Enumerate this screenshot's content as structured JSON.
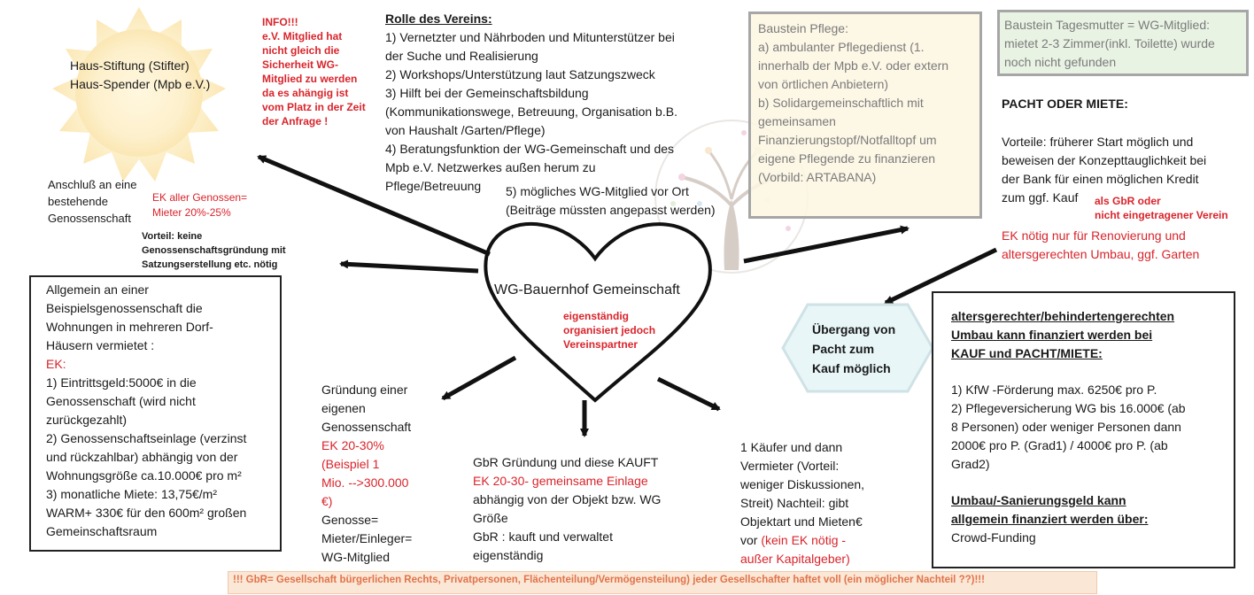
{
  "stifter": {
    "line1": "Haus-Stiftung  (Stifter)",
    "line2": "Haus-Spender (Mpb e.V.)"
  },
  "info": {
    "lines": [
      "INFO!!!",
      "e.V. Mitglied hat",
      "nicht gleich die",
      "Sicherheit WG-",
      "Mitglied zu werden",
      "da es ahängig ist",
      "vom Platz in der Zeit",
      "der Anfrage !"
    ]
  },
  "rolle": {
    "title": "Rolle des Vereins:",
    "lines": [
      "1) Vernetzter und Nährboden und Mitunterstützer bei",
      "der Suche und Realisierung",
      "2) Workshops/Unterstützung laut Satzungszweck",
      "3) Hilft bei der Gemeinschaftsbildung",
      "(Kommunikationswege, Betreuung, Organisation b.B.",
      "von Haushalt /Garten/Pflege)",
      "4) Beratungsfunktion der WG-Gemeinschaft und des",
      "Mpb e.V. Netzwerkes außen herum  zu"
    ],
    "last_left": "Pflege/Betreuung",
    "item5_line1": "5) mögliches WG-Mitglied vor Ort",
    "item5_line2": "(Beiträge müssten angepasst werden)"
  },
  "pflege": {
    "lines": [
      "Baustein Pflege:",
      "a) ambulanter Pflegedienst (1.",
      "innerhalb der Mpb e.V. oder extern",
      "von örtlichen Anbietern)",
      "b) Solidargemeinschaftlich mit",
      "gemeinsamen",
      "Finanzierungstopf/Notfalltopf um",
      "eigene Pflegende zu finanzieren",
      "(Vorbild: ARTABANA)"
    ]
  },
  "tagesmutter": {
    "lines": [
      "Baustein Tagesmutter = WG-Mitglied:",
      "mietet 2-3 Zimmer(inkl. Toilette) wurde",
      "noch nicht gefunden"
    ]
  },
  "pacht": {
    "title": "PACHT ODER MIETE:",
    "lines": [
      "Vorteile: früherer Start möglich und",
      "beweisen der Konzepttauglichkeit bei",
      "der Bank für einen möglichen Kredit"
    ],
    "last": "zum ggf. Kauf",
    "gbr_note1": "als GbR oder",
    "gbr_note2": "nicht eingetragener Verein",
    "ek_line1": "EK nötig nur für Renovierung und",
    "ek_line2": "altersgerechten Umbau, ggf. Garten"
  },
  "anschluss": {
    "lines": [
      "Anschluß an eine",
      "bestehende",
      "Genossenschaft"
    ],
    "ek_line1": "EK aller Genossen=",
    "ek_line2": "Mieter 20%-25%",
    "vorteil1": "Vorteil: keine",
    "vorteil2": "Genossenschaftsgründung mit",
    "vorteil3": "Satzungserstellung etc. nötig"
  },
  "allgemein": {
    "lines_a": [
      "Allgemein an einer",
      "Beispielsgenossenschaft die",
      "Wohnungen in mehreren Dorf-",
      "Häusern vermietet :"
    ],
    "ek": "EK:",
    "lines_b": [
      "1) Eintrittsgeld:5000€ in die",
      "Genossenschaft (wird nicht",
      "zurückgezahlt)",
      "2) Genossenschaftseinlage (verzinst",
      "und rückzahlbar) abhängig von der",
      "Wohnungsgröße ca.10.000€ pro m²",
      "3) monatliche Miete: 13,75€/m²",
      "WARM+ 330€ für den 600m² großen",
      "Gemeinschaftsraum"
    ]
  },
  "heart": {
    "title": "WG-Bauernhof Gemeinschaft",
    "sub1": "eigenständig",
    "sub2": "organisiert jedoch",
    "sub3": "Vereinspartner"
  },
  "hexagon": {
    "lines": [
      "Übergang von",
      "Pacht zum",
      "Kauf möglich"
    ]
  },
  "gruendung": {
    "lines_a": [
      "Gründung einer",
      "eigenen",
      "Genossenschaft"
    ],
    "red": [
      "EK 20-30%",
      "(Beispiel 1",
      "Mio. -->300.000",
      "€)"
    ],
    "lines_b": [
      "Genosse=",
      "Mieter/Einleger=",
      "WG-Mitglied"
    ]
  },
  "gbr_kauf": {
    "line1": "GbR Gründung und diese KAUFT",
    "red": "EK 20-30- gemeinsame Einlage",
    "line3": "abhängig von der Objekt bzw. WG",
    "line4": "Größe",
    "line5": "GbR : kauft und verwaltet",
    "line6": "eigenständig"
  },
  "kaeufer": {
    "lines": [
      "1 Käufer und dann",
      "Vermieter (Vorteil:",
      "weniger Diskussionen,",
      "Streit) Nachteil: gibt",
      "Objektart und Mieten€"
    ],
    "vor": "vor",
    "red1": " (kein EK nötig -",
    "red2": "außer Kapitalgeber)"
  },
  "umbau": {
    "title1": "altersgerechter/behindertengerechten",
    "title2": "Umbau kann finanziert werden bei",
    "title3": "KAUF und PACHT/MIETE:",
    "lines": [
      "1) KfW -Förderung max. 6250€ pro P.",
      "2) Pflegeversicherung WG bis 16.000€ (ab",
      "8 Personen) oder weniger Personen dann",
      "2000€ pro P. (Grad1) / 4000€ pro P. (ab",
      "Grad2)"
    ],
    "sub1": "Umbau/-Sanierungsgeld kann",
    "sub2": "allgemein finanziert werden über:",
    "crowd": "Crowd-Funding"
  },
  "footer": {
    "text": "!!! GbR= Gesellschaft bürgerlichen Rechts, Privatpersonen, Flächenteilung/Vermögensteilung) jeder Gesellschafter haftet voll (ein möglicher Nachteil ??)!!!"
  },
  "colors": {
    "red": "#d9242b",
    "pflege_bg": "#fdf6e3",
    "tagesmutter_bg": "#e9f3e4",
    "footer_bg": "#fbe7d6",
    "footer_text": "#e0734a",
    "hexagon_bg": "#e8f6f8"
  }
}
